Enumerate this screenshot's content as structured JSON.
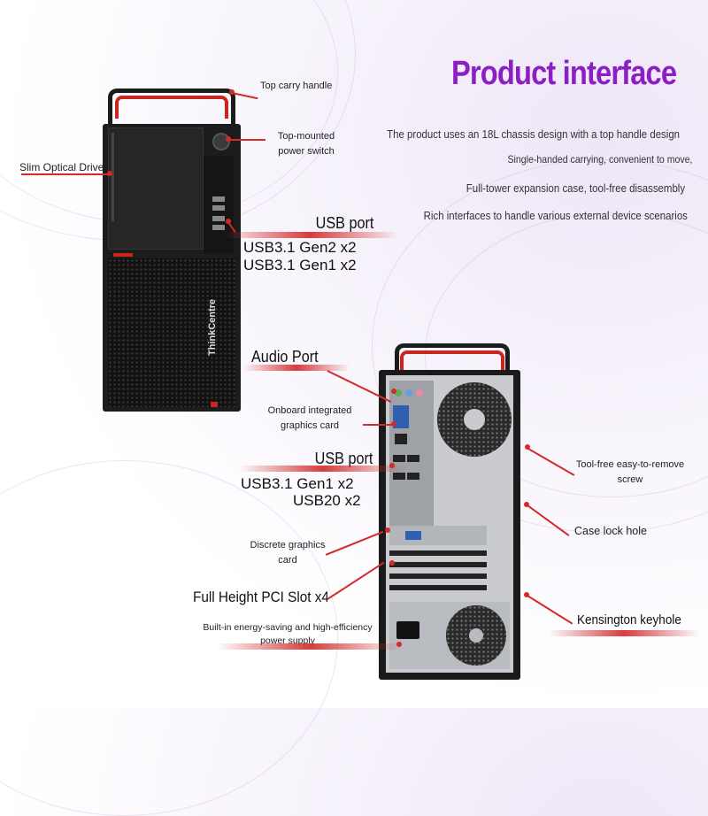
{
  "title": "Product interface",
  "description": [
    "The product uses an 18L chassis design with a top handle design",
    "Single-handed carrying, convenient to move,",
    "Full-tower expansion case, tool-free disassembly",
    "Rich interfaces to handle various external device scenarios"
  ],
  "front": {
    "top_handle": "Top carry handle",
    "power_switch": "Top-mounted power switch",
    "optical_drive": "Slim Optical Drive",
    "usb_title": "USB port",
    "usb_specs": [
      "USB3.1 Gen2 x2",
      "USB3.1 Gen1 x2"
    ],
    "brand": "ThinkCentre"
  },
  "rear": {
    "audio": "Audio Port",
    "onboard_gpu": "Onboard integrated graphics card",
    "usb_title": "USB port",
    "usb_specs": [
      "USB3.1 Gen1 x2",
      "USB20 x2"
    ],
    "discrete_gpu": "Discrete graphics card",
    "pci": "Full Height PCI Slot x4",
    "psu": "Built-in energy-saving and high-efficiency power supply",
    "screw": "Tool-free easy-to-remove screw",
    "case_lock": "Case lock hole",
    "kensington": "Kensington keyhole"
  },
  "colors": {
    "accent": "#8b1fc5",
    "callout": "#d42a2a",
    "chassis": "#1c1c1c"
  }
}
